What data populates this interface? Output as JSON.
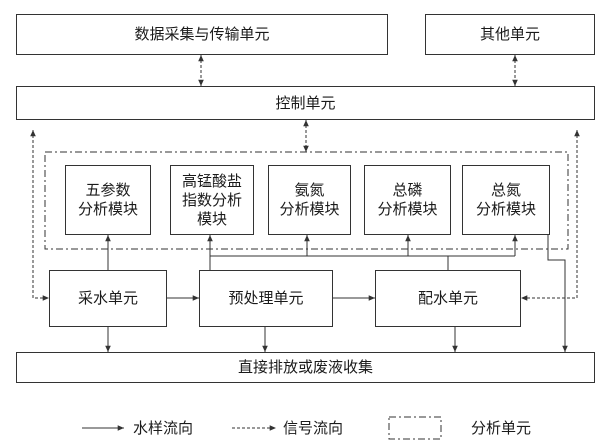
{
  "units": {
    "data_unit": "数据采集与传输单元",
    "other_unit": "其他单元",
    "control_unit": "控制单元",
    "sampling_unit": "采水单元",
    "pretreatment_unit": "预处理单元",
    "water_distribution_unit": "配水单元",
    "discharge_unit": "直接排放或废液收集"
  },
  "modules": {
    "five_param": "五参数\n分析模块",
    "permanganate": "高锰酸盐\n指数分析\n模块",
    "ammonia": "氨氮\n分析模块",
    "phosphorus": "总磷\n分析模块",
    "nitrogen": "总氮\n分析模块"
  },
  "legend": {
    "water_flow": "水样流向",
    "signal_flow": "信号流向",
    "analysis_unit": "分析单元"
  },
  "colors": {
    "line": "#333333",
    "fill": "#ffffff"
  }
}
